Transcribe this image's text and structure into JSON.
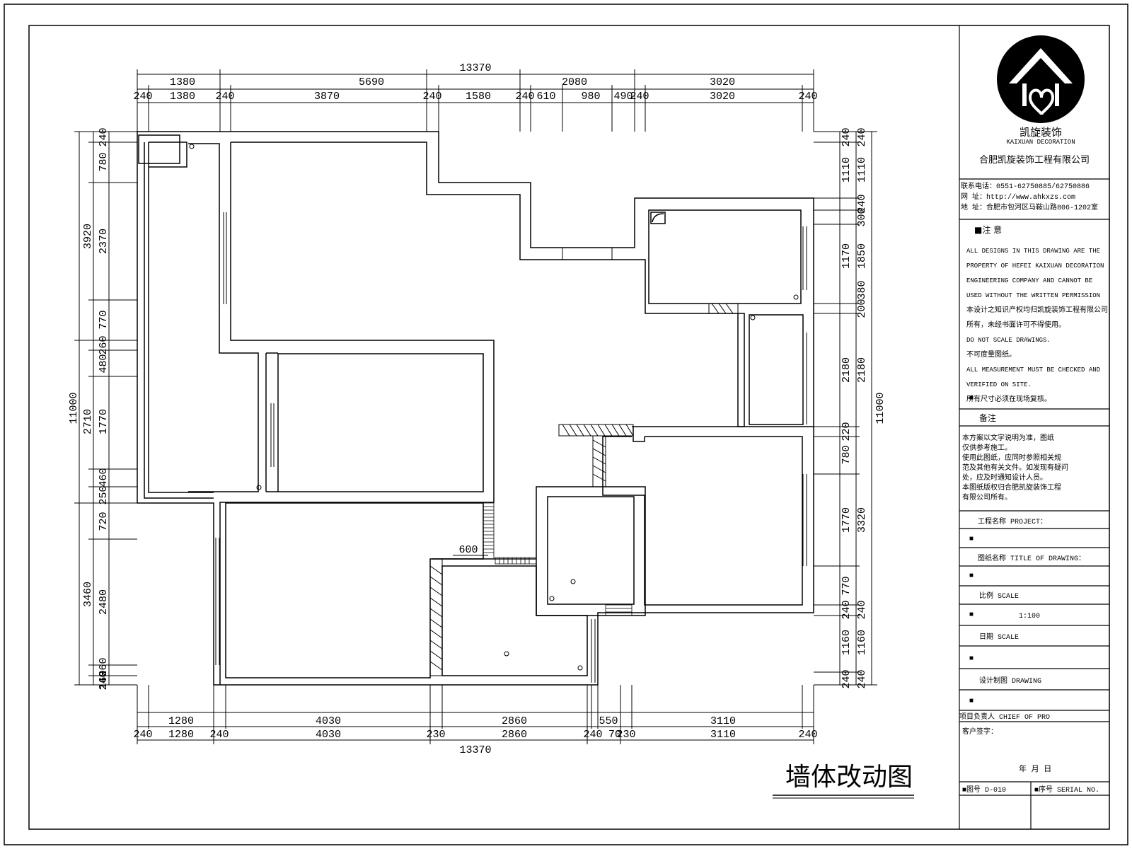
{
  "drawing_title": "墙体改动图",
  "dimensions": {
    "top_total": "13370",
    "top_row1": [
      "1380",
      "5690",
      "2080",
      "3020"
    ],
    "top_row2": [
      "240",
      "1380",
      "240",
      "3870",
      "240",
      "1580",
      "240",
      "610",
      "980",
      "490",
      "240",
      "3020",
      "240"
    ],
    "bottom_row1": [
      "1280",
      "4030",
      "2860",
      "550",
      "3110"
    ],
    "bottom_row2": [
      "240",
      "1280",
      "240",
      "4030",
      "230",
      "2860",
      "240",
      "70",
      "230",
      "3110",
      "240"
    ],
    "bottom_total": "13370",
    "left_total": "11000",
    "left_outer": [
      "3920",
      "2710",
      "3460"
    ],
    "left_inner": [
      "240",
      "780",
      "2370",
      "770",
      "260",
      "480",
      "1770",
      "460",
      "250",
      "720",
      "2480",
      "260",
      "160",
      "240"
    ],
    "right_total": "11000",
    "right_outer": [
      "240",
      "1110",
      "1170",
      "2180",
      "220",
      "780",
      "1770",
      "770",
      "240",
      "1160",
      "240"
    ],
    "right_inner": [
      "240",
      "1110",
      "240",
      "300",
      "1850",
      "380",
      "200",
      "2180",
      "3320",
      "240",
      "1160",
      "240"
    ],
    "interior_600": "600"
  },
  "title_block": {
    "logo_text": "凯旋装饰",
    "logo_sub": "KAIXUAN DECORATION",
    "company_name": "合肥凯旋装饰工程有限公司",
    "contact_lines": [
      "联系电话：0551-62750885/62750886",
      "网    址：http://www.ahkxzs.com",
      "地    址：合肥市包河区马鞍山路806-1202室"
    ],
    "notice_heading": "■注  意",
    "notice_lines": [
      "ALL DESIGNS IN THIS DRAWING ARE THE",
      "PROPERTY OF HEFEI KAIXUAN DECORATION",
      "ENGINEERING COMPANY AND CANNOT BE",
      "USED WITHOUT THE WRITTEN PERMISSION",
      "本设计之知识产权均归凯旋装饰工程有限公司",
      "所有，未经书面许可不得使用。",
      "DO NOT SCALE DRAWINGS.",
      "不可度量图纸。",
      "ALL MEASUREMENT MUST BE CHECKED AND",
      "VERIFIED ON SITE.",
      "所有尺寸必须在现场复核。"
    ],
    "remarks_heading": "备注",
    "remarks_lines": [
      "    本方案以文字说明为准，图纸",
      "仅供参考施工。",
      "    使用此图纸，应同时参照相关规",
      "范及其他有关文件。如发现有疑问",
      "处，应及时通知设计人员。",
      "    本图纸版权归合肥凯旋装饰工程",
      "有限公司所有。"
    ],
    "project_label": "工程名称 PROJECT：",
    "drawing_name_label": "图纸名称 TITLE OF DRAWING：",
    "scale_label": "比例 SCALE",
    "scale_value": "1:100",
    "date_label": "日期 SCALE",
    "designer_label": "设计制图 DRAWING",
    "chief_label": "项目负责人 CHIEF OF PRO",
    "client_sign_label": "客户签字：",
    "date_line": "年    月    日",
    "drawing_no_label": "■图号 D-010",
    "serial_no_label": "■序号 SERIAL NO.",
    "bullet": "■"
  }
}
